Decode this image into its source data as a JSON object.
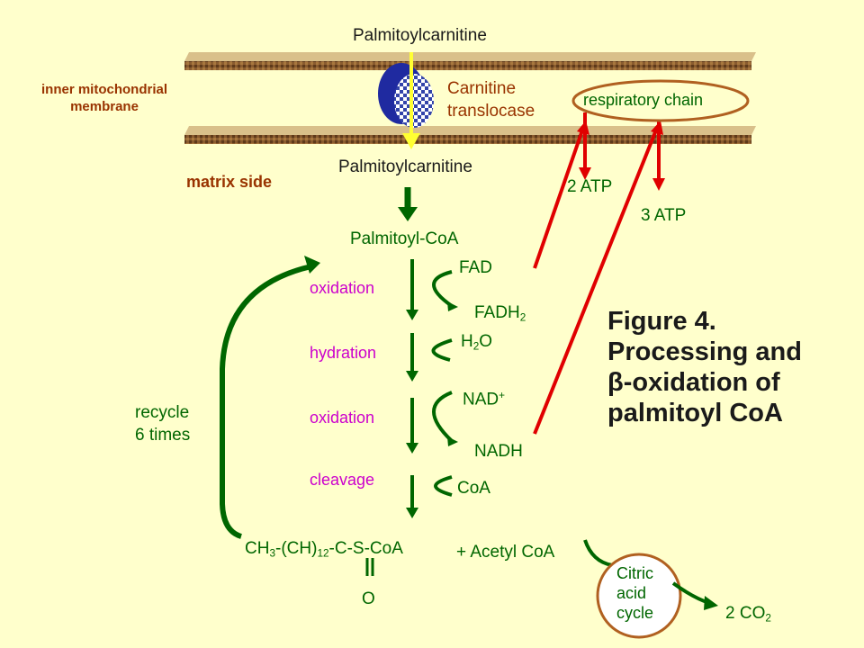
{
  "membrane": {
    "label_line1": "inner mitochondrial",
    "label_line2": "membrane",
    "matrix_side": "matrix side",
    "transporter_line1": "Carnitine",
    "transporter_line2": "translocase",
    "top_molecule": "Palmitoylcarnitine",
    "bottom_molecule": "Palmitoylcarnitine"
  },
  "pathway": {
    "start": "Palmitoyl-CoA",
    "steps": [
      {
        "name": "oxidation",
        "in": "FAD",
        "out_main": "FADH",
        "out_sub": "2"
      },
      {
        "name": "hydration",
        "in_a": "H",
        "in_sub": "2",
        "in_b": "O"
      },
      {
        "name": "oxidation",
        "in_main": "NAD",
        "in_sup": "+",
        "out": "NADH"
      },
      {
        "name": "cleavage",
        "in": "CoA"
      }
    ],
    "product": {
      "p1": "CH",
      "s1": "3",
      "p2": "-(CH)",
      "s2": "12",
      "p3": "-C-S-CoA",
      "double_bond": "=",
      "oxygen": "O"
    },
    "acetyl": "+ Acetyl CoA",
    "recycle_line1": "recycle",
    "recycle_line2": "6 times"
  },
  "respiratory": {
    "label": "respiratory chain",
    "atp_fadh": "2 ATP",
    "atp_nadh": "3 ATP"
  },
  "citric": {
    "line1": "Citric",
    "line2": "acid",
    "line3": "cycle",
    "co2_main": "2 CO",
    "co2_sub": "2"
  },
  "figure": {
    "line1": "Figure 4.",
    "line2": "Processing and",
    "beta": "β",
    "line3_rest": "-oxidation of",
    "line4": "palmitoyl CoA"
  },
  "colors": {
    "background": "#ffffcc",
    "green_arrow": "#006600",
    "red_arrow": "#e00000",
    "yellow_arrow": "#ffff33",
    "magenta_text": "#cc00cc",
    "brown_text": "#993300",
    "membrane": "#7a5230"
  }
}
